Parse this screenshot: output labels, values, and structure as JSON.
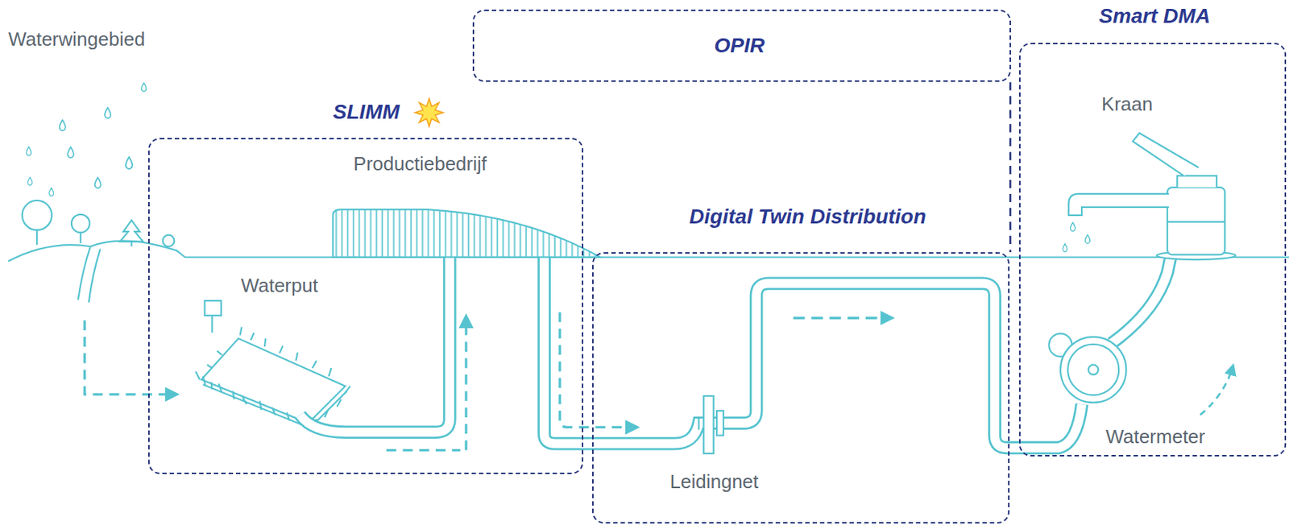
{
  "diagram": {
    "nodes": [
      {
        "text": [
          "SLIMM"
        ]
      },
      {
        "text": [
          "OPIR"
        ]
      },
      {
        "text": [
          "Digital Twin Distribution"
        ]
      },
      {
        "text": [
          "Smart DMA"
        ]
      }
    ],
    "labels": [
      "Waterwingebied",
      "Productiebedrijf",
      "Waterput",
      "Leidingnet",
      "Kraan",
      "Watermeter"
    ]
  }
}
